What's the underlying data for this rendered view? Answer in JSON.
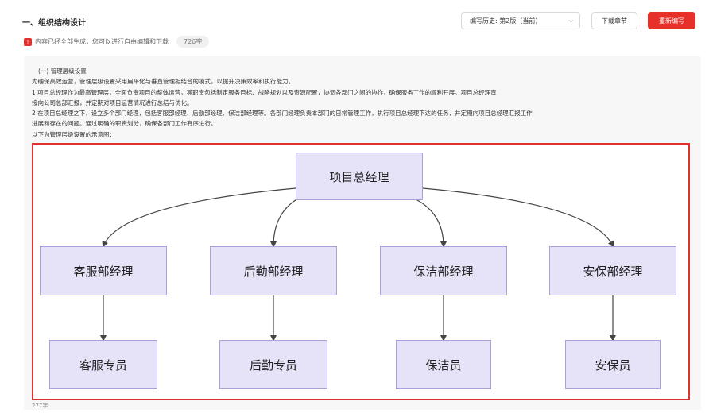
{
  "header": {
    "section_title": "一、组织结构设计",
    "notice_icon": "!",
    "notice_text": "内容已经全部生成，您可以进行自由编辑和下载",
    "word_count": "726字",
    "version_select": "编写历史: 第2版（当前）",
    "download_label": "下载章节",
    "rewrite_label": "重新编写",
    "accent_color": "#e8302a"
  },
  "content": {
    "subheading": "(一) 管理层级设置",
    "paragraphs": [
      "为确保高效运营，管理层级设置采用扁平化与垂直管理相结合的模式，以提升决策效率和执行能力。",
      "1 项目总经理作为最高管理层，全面负责项目的整体运营，其职责包括制定服务目标、战略规划以及资源配置，协调各部门之间的协作，确保服务工作的顺利开展。项目总经理直",
      "接向公司总部汇报，并定期对项目运营情况进行总结与优化。",
      "2 在项目总经理之下，设立多个部门经理，包括客服部经理、后勤部经理、保洁部经理等。各部门经理负责本部门的日常管理工作，执行项目总经理下达的任务，并定期向项目总经理汇报工作",
      "进展和存在的问题。通过明确的职责划分，确保各部门工作有序进行。",
      "以下为管理层级设置的示意图："
    ]
  },
  "diagram": {
    "top": "项目总经理",
    "managers": [
      "客服部经理",
      "后勤部经理",
      "保洁部经理",
      "安保部经理"
    ],
    "staff": [
      "客服专员",
      "后勤专员",
      "保洁员",
      "安保员"
    ],
    "highlight_color": "#e0322d",
    "node_color": "#e6e2f7"
  },
  "footer": {
    "word_count": "277字"
  }
}
